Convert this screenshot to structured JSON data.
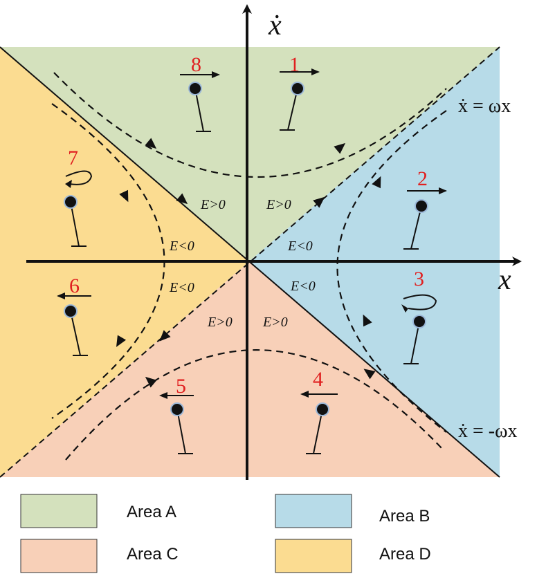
{
  "colors": {
    "area_a": "#d4e1bd",
    "area_b": "#b7dbe8",
    "area_c": "#f8d0b8",
    "area_d": "#fbdc91",
    "numbers": "#e02020"
  },
  "axes": {
    "x_label": "x",
    "y_label": "ẋ"
  },
  "equations": {
    "upper": "ẋ = ωx",
    "lower": "ẋ = -ωx"
  },
  "energy_labels": [
    {
      "id": "a-left",
      "text": "E>0"
    },
    {
      "id": "a-right",
      "text": "E>0"
    },
    {
      "id": "d-upper",
      "text": "E<0"
    },
    {
      "id": "b-upper",
      "text": "E<0"
    },
    {
      "id": "d-lower",
      "text": "E<0"
    },
    {
      "id": "b-lower",
      "text": "E<0"
    },
    {
      "id": "c-left",
      "text": "E>0"
    },
    {
      "id": "c-right",
      "text": "E>0"
    }
  ],
  "pendulum_numbers": [
    "1",
    "2",
    "3",
    "4",
    "5",
    "6",
    "7",
    "8"
  ],
  "pendulums": [
    {
      "number": "1",
      "motion": "arrow-right"
    },
    {
      "number": "2",
      "motion": "arrow-right"
    },
    {
      "number": "3",
      "motion": "rotate-left"
    },
    {
      "number": "4",
      "motion": "arrow-left"
    },
    {
      "number": "5",
      "motion": "arrow-left"
    },
    {
      "number": "6",
      "motion": "arrow-left"
    },
    {
      "number": "7",
      "motion": "rotate-left"
    },
    {
      "number": "8",
      "motion": "arrow-right"
    }
  ],
  "legend": [
    {
      "label": "Area A",
      "color": "#d4e1bd"
    },
    {
      "label": "Area B",
      "color": "#b7dbe8"
    },
    {
      "label": "Area C",
      "color": "#f8d0b8"
    },
    {
      "label": "Area D",
      "color": "#fbdc91"
    }
  ]
}
